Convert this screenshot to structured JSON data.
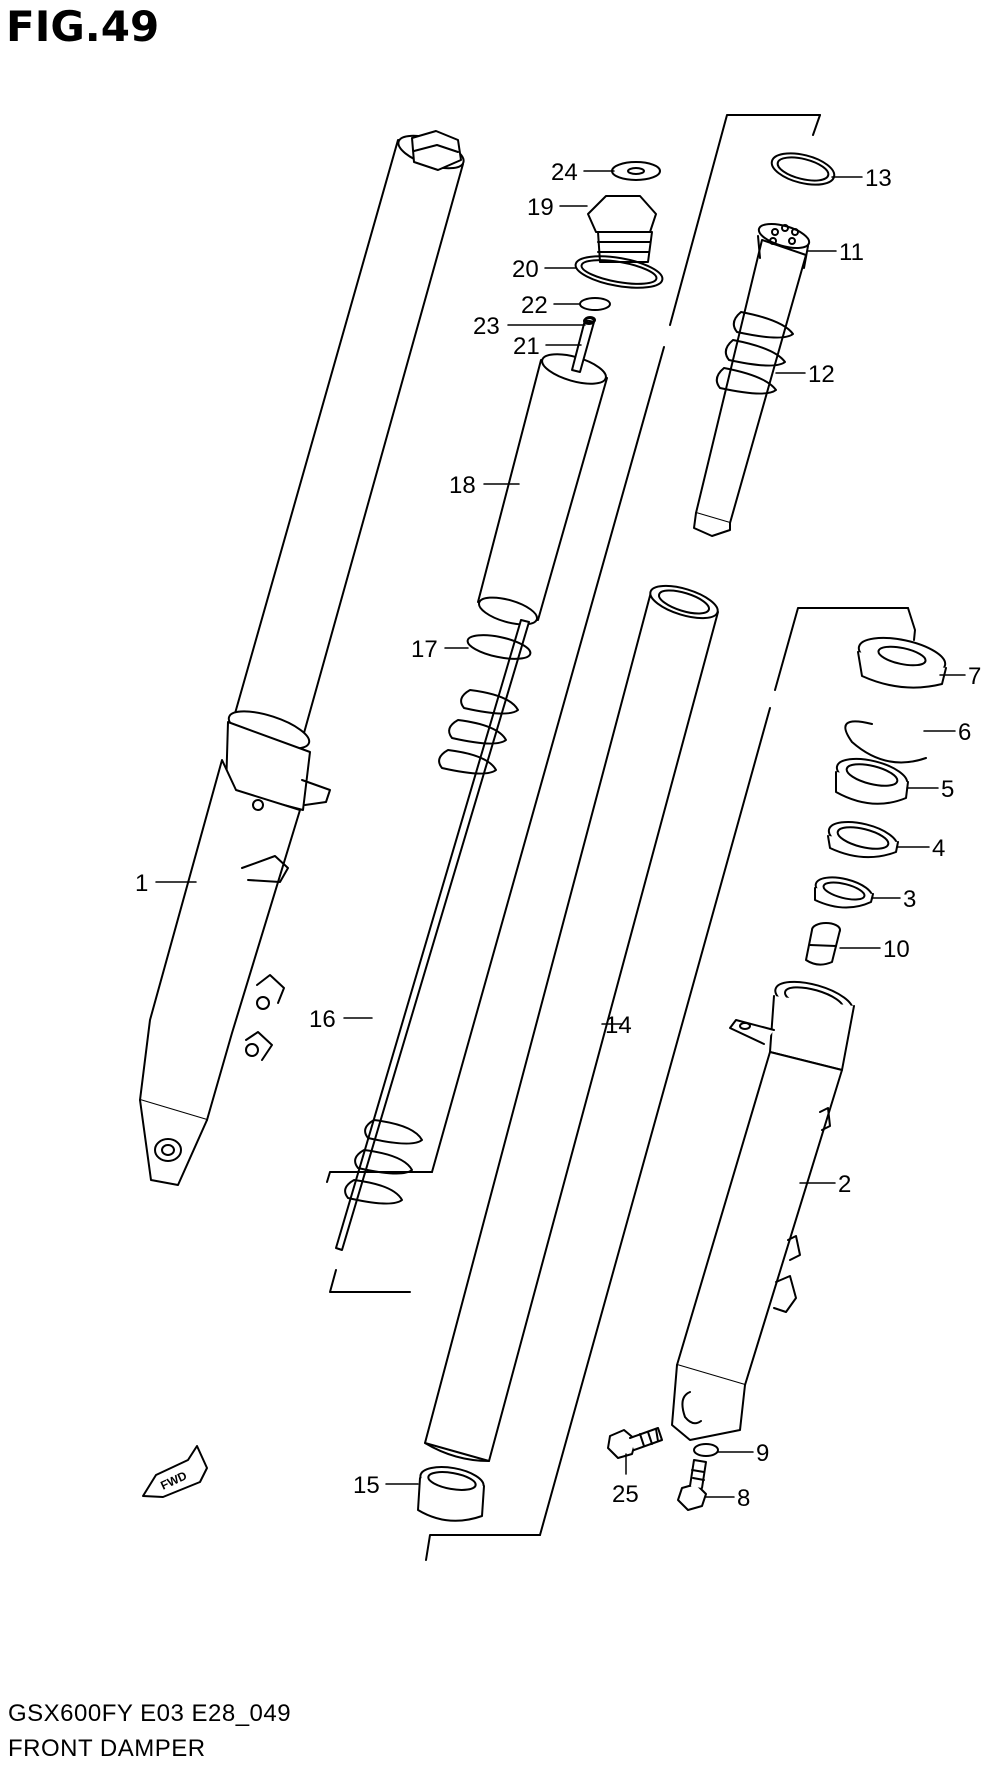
{
  "figure": {
    "title": "FIG.49",
    "model_code": "GSX600FY E03 E28_049",
    "name": "FRONT DAMPER"
  },
  "direction_marker": "FWD",
  "callouts": {
    "p1": "1",
    "p2": "2",
    "p3": "3",
    "p4": "4",
    "p5": "5",
    "p6": "6",
    "p7": "7",
    "p8": "8",
    "p9": "9",
    "p10": "10",
    "p11": "11",
    "p12": "12",
    "p13": "13",
    "p14": "14",
    "p15": "15",
    "p16": "16",
    "p17": "17",
    "p18": "18",
    "p19": "19",
    "p20": "20",
    "p21": "21",
    "p22": "22",
    "p23": "23",
    "p24": "24",
    "p25": "25"
  }
}
